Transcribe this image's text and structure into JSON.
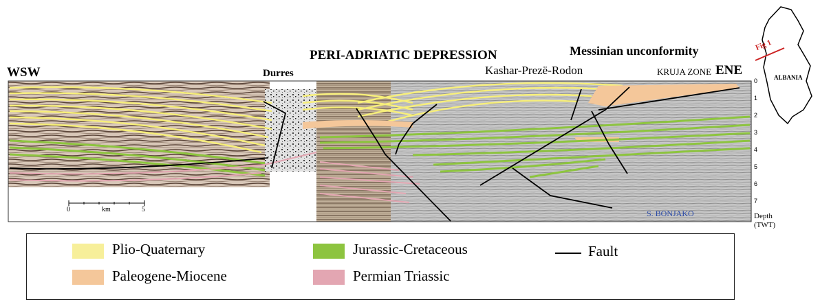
{
  "labels": {
    "wsw": "WSW",
    "ene": "ENE",
    "durres": "Durres",
    "peri_adriatic": "PERI-ADRIATIC DEPRESSION",
    "messinian": "Messinian unconformity",
    "kashar": "Kashar-Prezë-Rodon",
    "kruja": "KRUJA ZONE",
    "s_bonjako": "S. BONJAKO",
    "depth": "Depth",
    "twt": "(TWT)"
  },
  "depth_ticks": [
    "0",
    "1",
    "2",
    "3",
    "4",
    "5",
    "6",
    "7"
  ],
  "scale_bar": {
    "start": "0",
    "unit": "km",
    "end": "5"
  },
  "inset_map": {
    "country": "ALBANIA",
    "fig_label": "Fig 1"
  },
  "legend": {
    "items": [
      {
        "label": "Plio-Quaternary",
        "color": "#f7ef9a"
      },
      {
        "label": "Paleogene-Miocene",
        "color": "#f4c79a"
      },
      {
        "label": "Jurassic-Cretaceous",
        "color": "#8dc43f"
      },
      {
        "label": "Permian Triassic",
        "color": "#e3a6b2"
      }
    ],
    "fault_label": "Fault"
  }
}
